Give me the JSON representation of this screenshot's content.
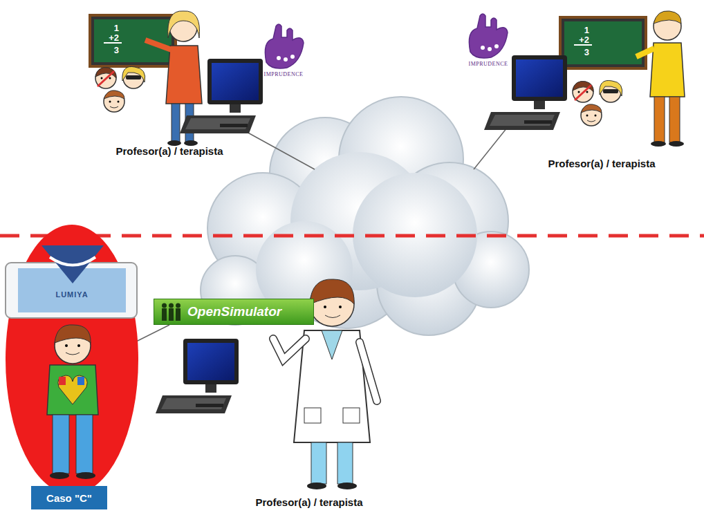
{
  "diagram": {
    "nodes": [
      {
        "text": [
          "OpenSimulator"
        ]
      },
      {
        "text": [
          "Caso \"C\""
        ]
      }
    ],
    "labels": [
      "1",
      "+2",
      "3",
      "IMPRUDENCE",
      "Profesor(a) / terapista",
      "IMPRUDENCE",
      "1",
      "+2",
      "3",
      "Profesor(a) / terapista",
      "LUMIYA",
      "Profesor(a) / terapista"
    ]
  }
}
